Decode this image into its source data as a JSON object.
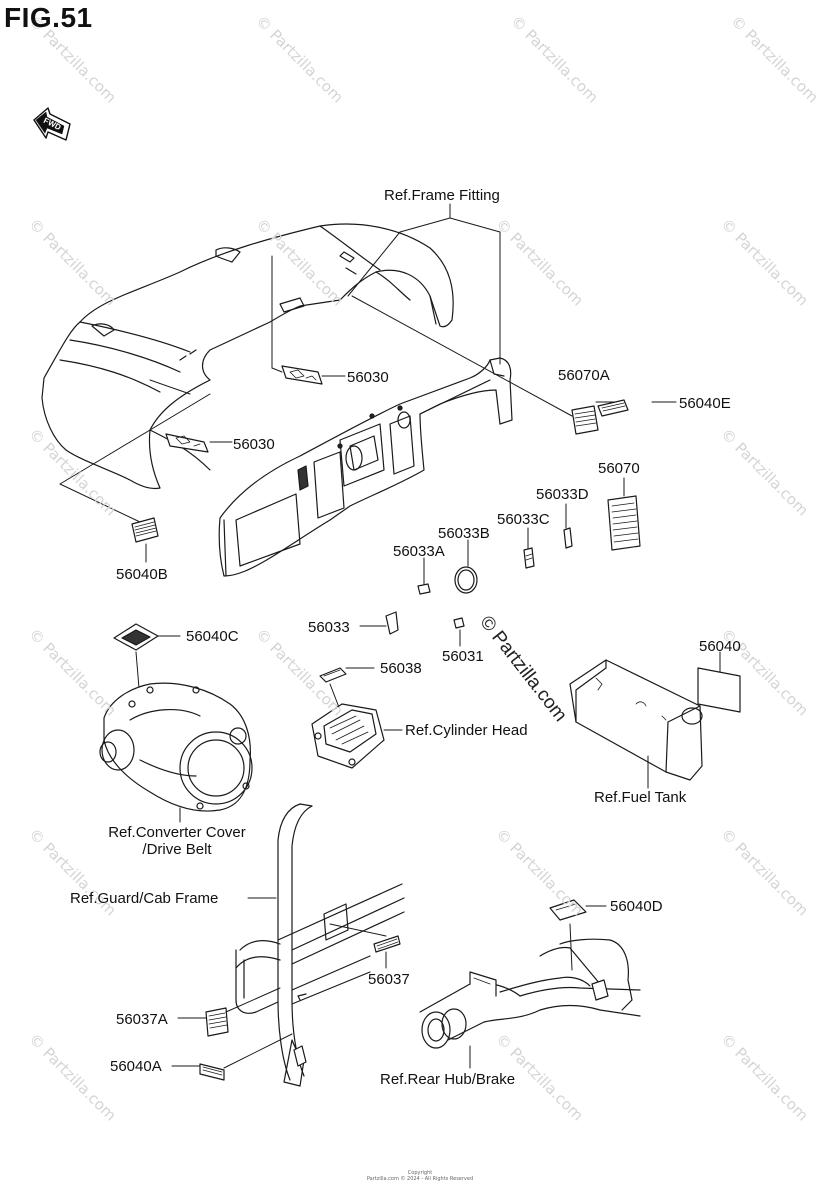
{
  "figure": {
    "title": "FIG.51"
  },
  "fwd_arrow": {
    "text": "FWD"
  },
  "labels": {
    "frame_fitting": "Ref.Frame Fitting",
    "p56030_top": "56030",
    "p56030_left": "56030",
    "p56070A": "56070A",
    "p56040E": "56040E",
    "p56070": "56070",
    "p56033D": "56033D",
    "p56033B": "56033B",
    "p56033C": "56033C",
    "p56033A": "56033A",
    "p56040B": "56040B",
    "p56040C": "56040C",
    "p56033": "56033",
    "p56031": "56031",
    "p56038": "56038",
    "cylinder_head": "Ref.Cylinder Head",
    "p56040": "56040",
    "fuel_tank": "Ref.Fuel Tank",
    "converter_cover_1": "Ref.Converter Cover",
    "converter_cover_2": "/Drive Belt",
    "guard_cab_frame": "Ref.Guard/Cab Frame",
    "p56040D": "56040D",
    "p56037": "56037",
    "p56037A": "56037A",
    "p56040A": "56040A",
    "rear_hub": "Ref.Rear Hub/Brake"
  },
  "watermarks": {
    "small": "© Partzilla.com",
    "large": "© Partzilla.com"
  },
  "footer": {
    "line1": "Copyright",
    "line2": "Partzilla.com © 2024 - All Rights Reserved"
  }
}
